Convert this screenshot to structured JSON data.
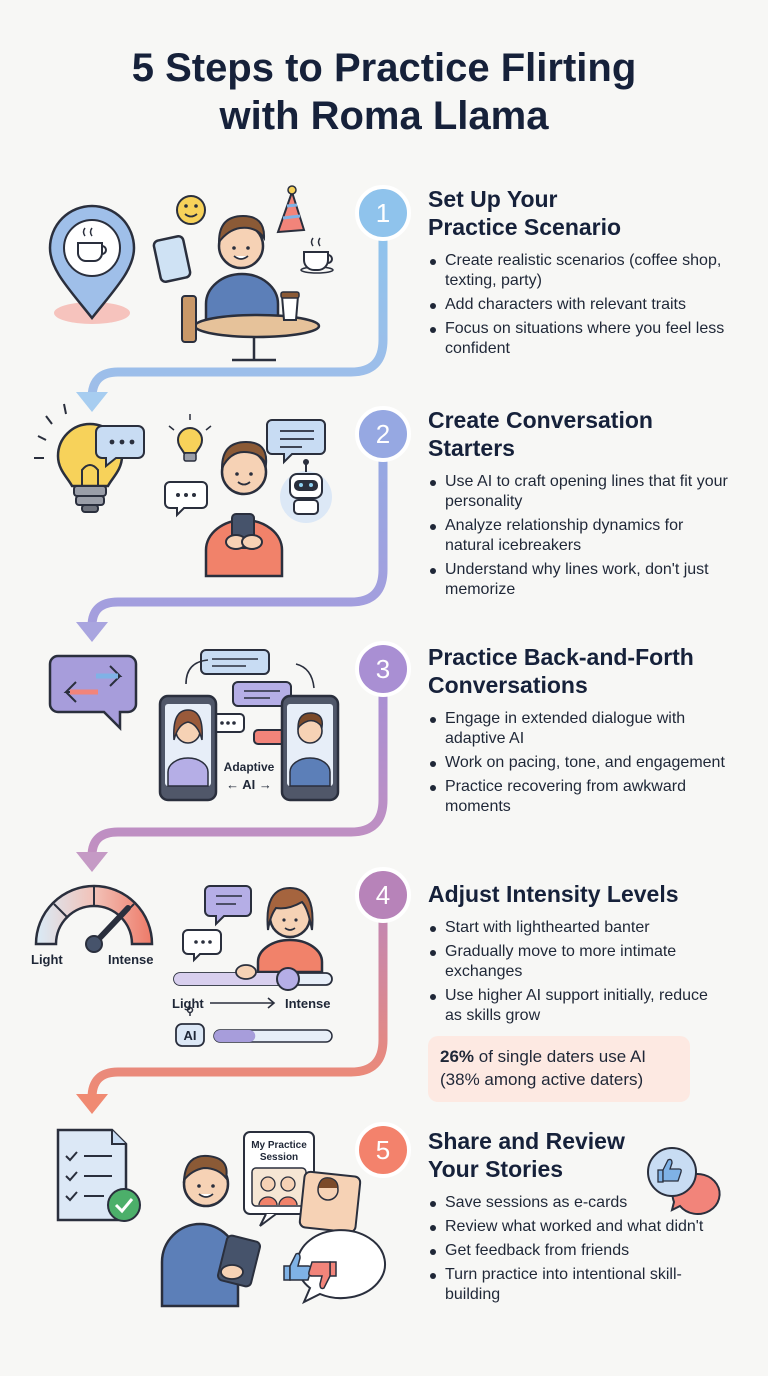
{
  "title_line1": "5 Steps to Practice Flirting",
  "title_line2": "with Roma Llama",
  "steps": [
    {
      "number": "1",
      "title_line1": "Set Up Your",
      "title_line2": "Practice Scenario",
      "color": "#8fc3ec",
      "bullets": [
        "Create realistic scenarios (coffee shop, texting, party)",
        "Add characters with relevant traits",
        "Focus on situations where you feel less confident"
      ]
    },
    {
      "number": "2",
      "title_line1": "Create Conversation",
      "title_line2": "Starters",
      "color": "#96a8e2",
      "bullets": [
        "Use AI to craft opening lines that fit your personality",
        "Analyze relationship dynamics for natural icebreakers",
        "Understand why lines work, don't just memorize"
      ]
    },
    {
      "number": "3",
      "title_line1": "Practice Back-and-Forth",
      "title_line2": "Conversations",
      "color": "#a98fd3",
      "bullets": [
        "Engage in extended dialogue with adaptive AI",
        "Work on pacing, tone, and engagement",
        "Practice recovering from awkward moments"
      ]
    },
    {
      "number": "4",
      "title_line1": "Adjust Intensity Levels",
      "title_line2": "",
      "color": "#b783b9",
      "bullets": [
        "Start with lighthearted banter",
        "Gradually move to more intimate exchanges",
        "Use higher AI support initially, reduce as skills grow"
      ]
    },
    {
      "number": "5",
      "title_line1": "Share and Review",
      "title_line2": "Your Stories",
      "color": "#f3826c",
      "bullets": [
        "Save sessions as e-cards",
        "Review what worked and what didn't",
        "Get feedback from friends",
        "Turn practice into intentional skill-building"
      ]
    }
  ],
  "stat": {
    "percent": "26%",
    "text": " of single daters use AI (38% among active daters)"
  },
  "illustrations": {
    "step3_phone_label_line1": "Adaptive",
    "step3_phone_label_line2": "← AI →",
    "step4_gauge_light": "Light",
    "step4_gauge_intense": "Intense",
    "step4_slider_light": "Light",
    "step4_slider_intense": "Intense",
    "step4_ai_badge": "AI",
    "step4_ai_support_level": 0.35,
    "step5_card_title_line1": "My Practice",
    "step5_card_title_line2": "Session"
  },
  "icons": [
    "location-pin-coffee-icon",
    "smiley-icon",
    "party-hat-icon",
    "phone-icon",
    "coffee-cup-icon",
    "lightbulb-chat-icon",
    "chat-bubble-icon",
    "robot-icon",
    "swap-arrows-icon",
    "gauge-icon",
    "checklist-icon",
    "thumbs-up-icon",
    "thumbs-down-icon"
  ]
}
